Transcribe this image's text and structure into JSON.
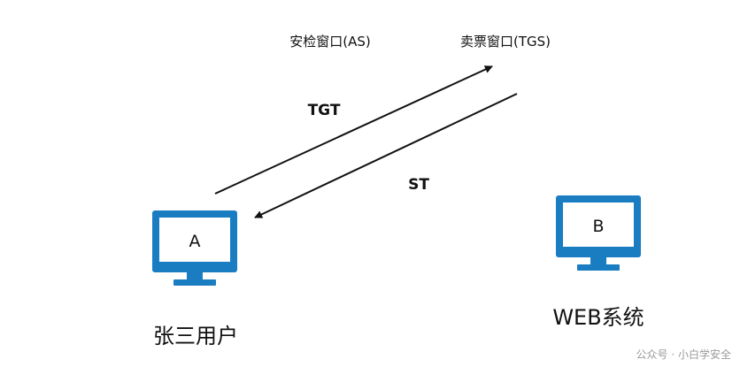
{
  "colors": {
    "monitor": "#1a7cc1",
    "screen": "#ffffff",
    "line": "#111111",
    "text": "#111111",
    "watermark": "#9a9a9a"
  },
  "labels": {
    "as_window": "安检窗口(AS)",
    "tgs_window": "卖票窗口(TGS)",
    "tgt": "TGT",
    "st": "ST",
    "user_name": "张三用户",
    "web_system": "WEB系统",
    "watermark": "公众号 · 小白学安全"
  },
  "nodes": {
    "a": {
      "letter": "A",
      "icon": "monitor-icon"
    },
    "b": {
      "letter": "B",
      "icon": "monitor-icon"
    }
  }
}
